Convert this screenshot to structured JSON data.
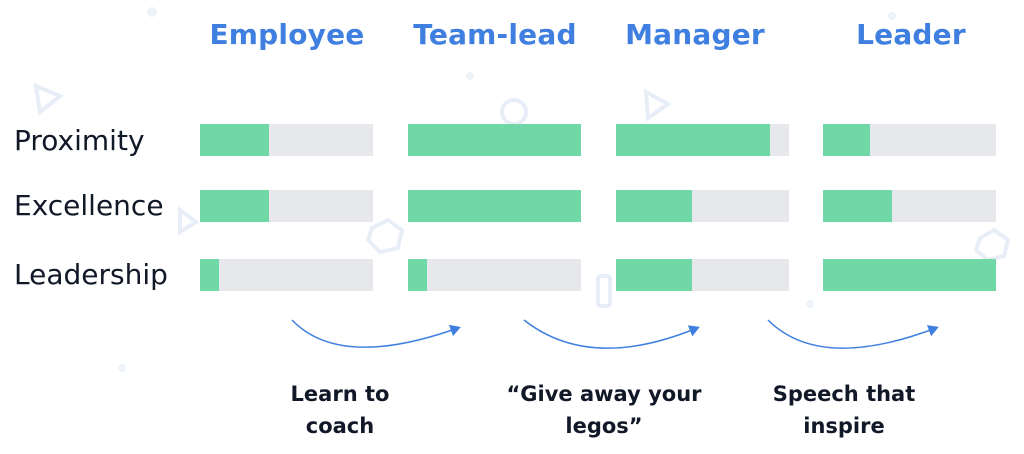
{
  "colors": {
    "title": "#3f7fe0",
    "fill": "#6fd8a6",
    "track": "#e6e8ec",
    "arrow": "#3f7fe0",
    "deco": "#eaf0fa"
  },
  "columns": [
    {
      "title": "Employee",
      "proximity": 0.4,
      "excellence": 0.4,
      "leadership": 0.11
    },
    {
      "title": "Team-lead",
      "proximity": 1.0,
      "excellence": 1.0,
      "leadership": 0.11
    },
    {
      "title": "Manager",
      "proximity": 0.89,
      "excellence": 0.44,
      "leadership": 0.44
    },
    {
      "title": "Leader",
      "proximity": 0.27,
      "excellence": 0.4,
      "leadership": 1.0
    }
  ],
  "rows": [
    {
      "key": "proximity",
      "label": "Proximity"
    },
    {
      "key": "excellence",
      "label": "Excellence"
    },
    {
      "key": "leadership",
      "label": "Leadership"
    }
  ],
  "transitions": [
    {
      "line1": "Learn to",
      "line2": "coach",
      "arrow_icon": "curved-arrow-icon"
    },
    {
      "line1": "“Give away your",
      "line2": "legos”",
      "arrow_icon": "curved-arrow-icon"
    },
    {
      "line1": "Speech that",
      "line2": "inspire",
      "arrow_icon": "curved-arrow-icon"
    }
  ]
}
